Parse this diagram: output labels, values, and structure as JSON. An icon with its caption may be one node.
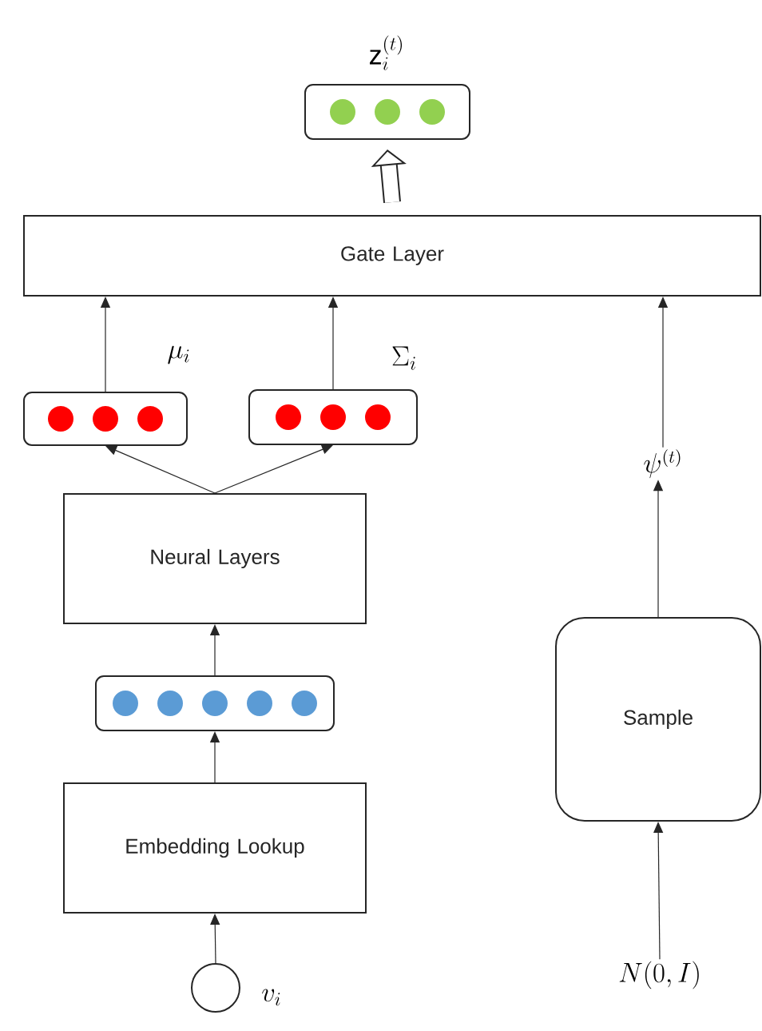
{
  "diagram": {
    "nodes": [
      {
        "text": [
          "Gate Layer"
        ]
      },
      {
        "text": [],
        "shape": "box",
        "beside": [
          "\\mathrm{z}_i^{(t)}"
        ]
      },
      {
        "text": [],
        "shape": "box",
        "beside": [
          "\\mu_i"
        ]
      },
      {
        "text": [],
        "shape": "box",
        "beside": [
          "\\Sigma_i"
        ]
      },
      {
        "text": [
          "Neural Layers"
        ]
      },
      {
        "text": [],
        "shape": "box"
      },
      {
        "text": [
          "Embedding Lookup"
        ]
      },
      {
        "text": [],
        "shape": "circle",
        "beside": [
          "v_i"
        ]
      },
      {
        "text": [
          "\\psi^{(t)}"
        ]
      },
      {
        "text": [
          "Sample"
        ]
      },
      {
        "text": [
          "N(0,I)"
        ]
      }
    ],
    "edges": [
      {
        "from": 0,
        "to": 1,
        "arrow": "to",
        "style": "thick"
      },
      {
        "from": 2,
        "to": 0,
        "arrow": "to"
      },
      {
        "from": 3,
        "to": 0,
        "arrow": "to"
      },
      {
        "from": 4,
        "to": 2,
        "arrow": "to"
      },
      {
        "from": 4,
        "to": 3,
        "arrow": "to"
      },
      {
        "from": 5,
        "to": 4,
        "arrow": "to"
      },
      {
        "from": 6,
        "to": 5,
        "arrow": "to"
      },
      {
        "from": 7,
        "to": 6,
        "arrow": "to"
      },
      {
        "from": 8,
        "to": 0,
        "arrow": "to"
      },
      {
        "from": 9,
        "to": 8,
        "arrow": "to"
      },
      {
        "from": 10,
        "to": 9,
        "arrow": "to"
      }
    ]
  }
}
